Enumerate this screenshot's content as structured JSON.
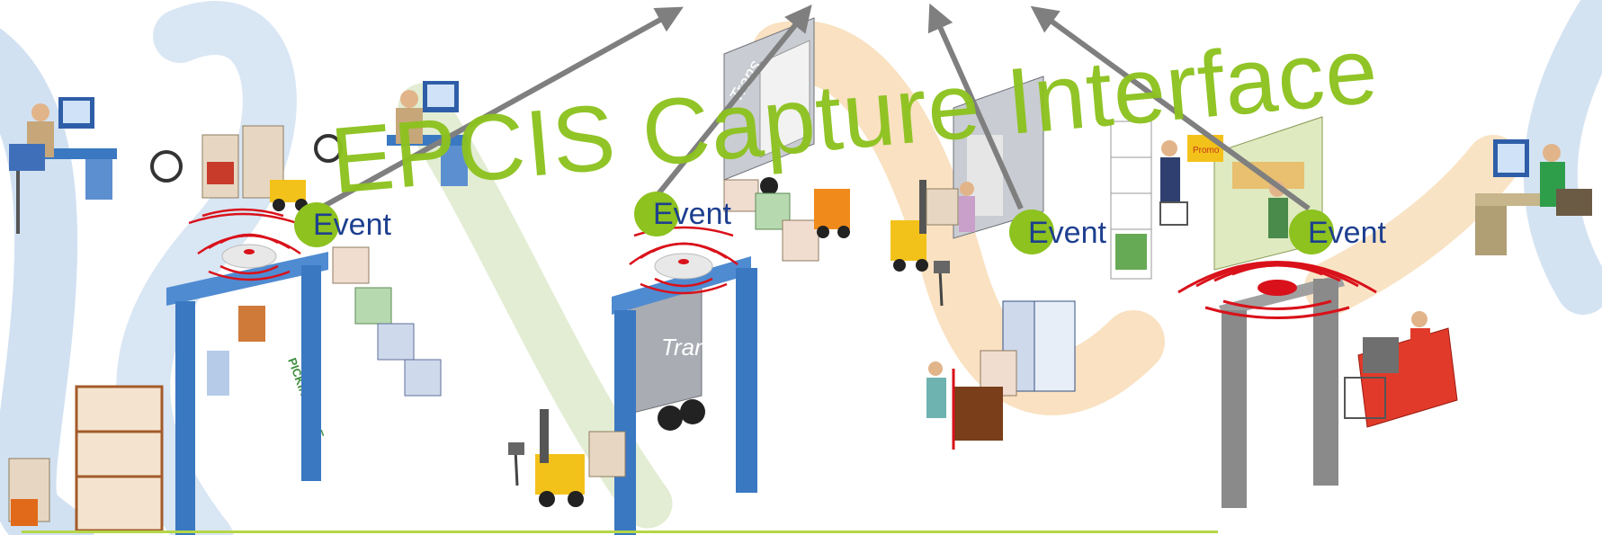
{
  "title": "EPCIS Capture Interface",
  "event_label": "Event",
  "events": [
    {
      "name": "warehouse-reader-event",
      "label": "Event"
    },
    {
      "name": "dock-reader-event",
      "label": "Event"
    },
    {
      "name": "store-backroom-event",
      "label": "Event"
    },
    {
      "name": "store-checkout-event",
      "label": "Event"
    }
  ],
  "colors": {
    "title": "#8dc21f",
    "event_dot": "#8dc21f",
    "event_text": "#1d3f8f",
    "arrow": "#7f7f7f",
    "gate_blue": "#3a78c2",
    "gate_gray": "#8a8a8a",
    "rf_red": "#d9111a",
    "swirl_blue": "#c9dcef",
    "swirl_orange": "#f8dcb6",
    "swirl_green": "#dbe8c8"
  },
  "icons": [
    "desk-worker-icon",
    "forklift-icon",
    "rfid-gate-icon",
    "pallet-icon",
    "truck-icon",
    "shopper-icon",
    "store-shelf-icon",
    "checkout-counter-icon",
    "handheld-scanner-icon"
  ]
}
